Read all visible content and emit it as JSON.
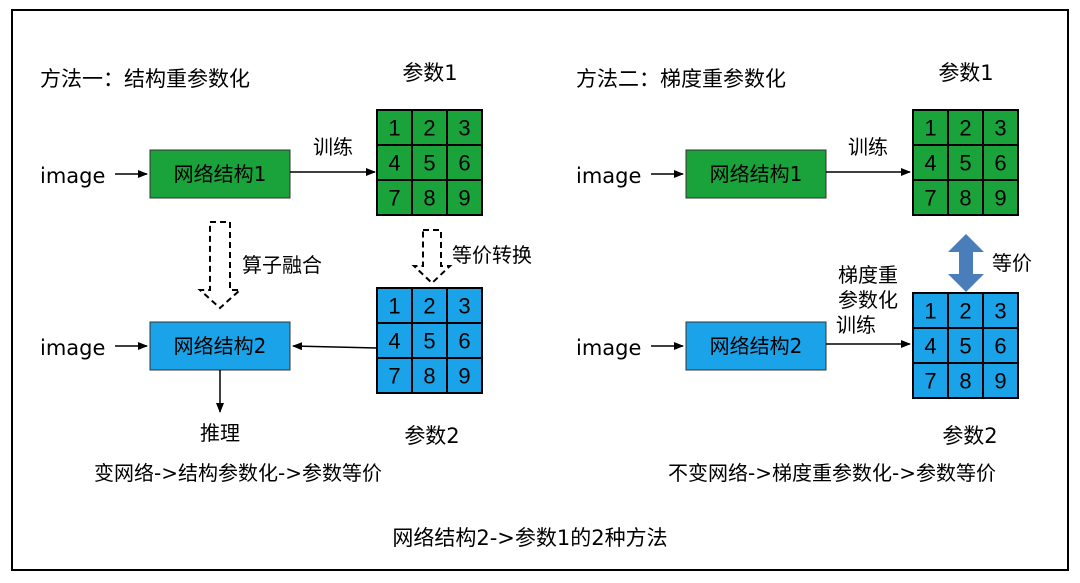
{
  "method1": {
    "title": "方法一：结构重参数化",
    "input_label_top": "image",
    "input_label_bottom": "image",
    "net1": "网络结构1",
    "net2": "网络结构2",
    "train_label": "训练",
    "fuse_label": "算子融合",
    "equiv_transform_label": "等价转换",
    "params1_label": "参数1",
    "params2_label": "参数2",
    "inference_label": "推理",
    "summary": "变网络->结构参数化->参数等价"
  },
  "method2": {
    "title": "方法二：梯度重参数化",
    "input_label_top": "image",
    "input_label_bottom": "image",
    "net1": "网络结构1",
    "net2": "网络结构2",
    "train_label": "训练",
    "grad_train_line1": "梯度重",
    "grad_train_line2": "参数化",
    "grad_train_line3": "训练",
    "equiv_label": "等价",
    "params1_label": "参数1",
    "params2_label": "参数2",
    "summary": "不变网络->梯度重参数化->参数等价"
  },
  "grid_values": [
    "1",
    "2",
    "3",
    "4",
    "5",
    "6",
    "7",
    "8",
    "9"
  ],
  "caption": "网络结构2->参数1的2种方法",
  "colors": {
    "green": "#1aa33a",
    "blue": "#1aa3e8",
    "double_arrow": "#4a7ebb"
  }
}
